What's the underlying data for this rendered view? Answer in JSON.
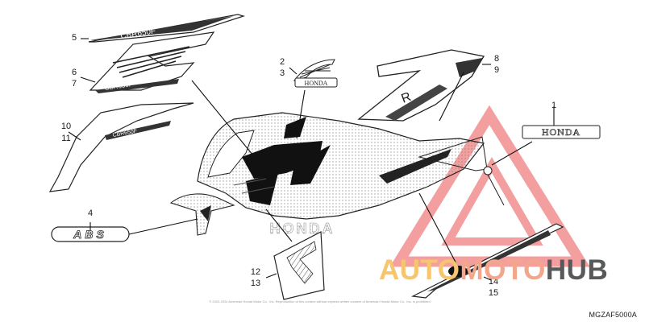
{
  "callouts": {
    "c1": "1",
    "c2": "2",
    "c3": "3",
    "c4": "4",
    "c5": "5",
    "c6": "6",
    "c7": "7",
    "c8": "8",
    "c9": "9",
    "c10": "10",
    "c11": "11",
    "c12": "12",
    "c13": "13",
    "c14": "14",
    "c15": "15"
  },
  "decals": {
    "honda_wordmark": "HONDA",
    "small_wing_text": "HONDA",
    "abs": "ABS",
    "cbr_model": "CBR650F"
  },
  "diagram_code": "MGZAF5000A",
  "copyright": "© 2002-2024 American Honda Motor Co., Inc. Reproduction of this content without express written consent of American Honda Motor Co., Inc. is prohibited.",
  "watermark": {
    "part1": "AUTO",
    "part2": "MOTO",
    "part3": "HUB",
    "color_auto": "#f7c56d",
    "color_moto": "#f3a68b",
    "color_hub": "#58595b",
    "triangle_color": "#f08080"
  }
}
